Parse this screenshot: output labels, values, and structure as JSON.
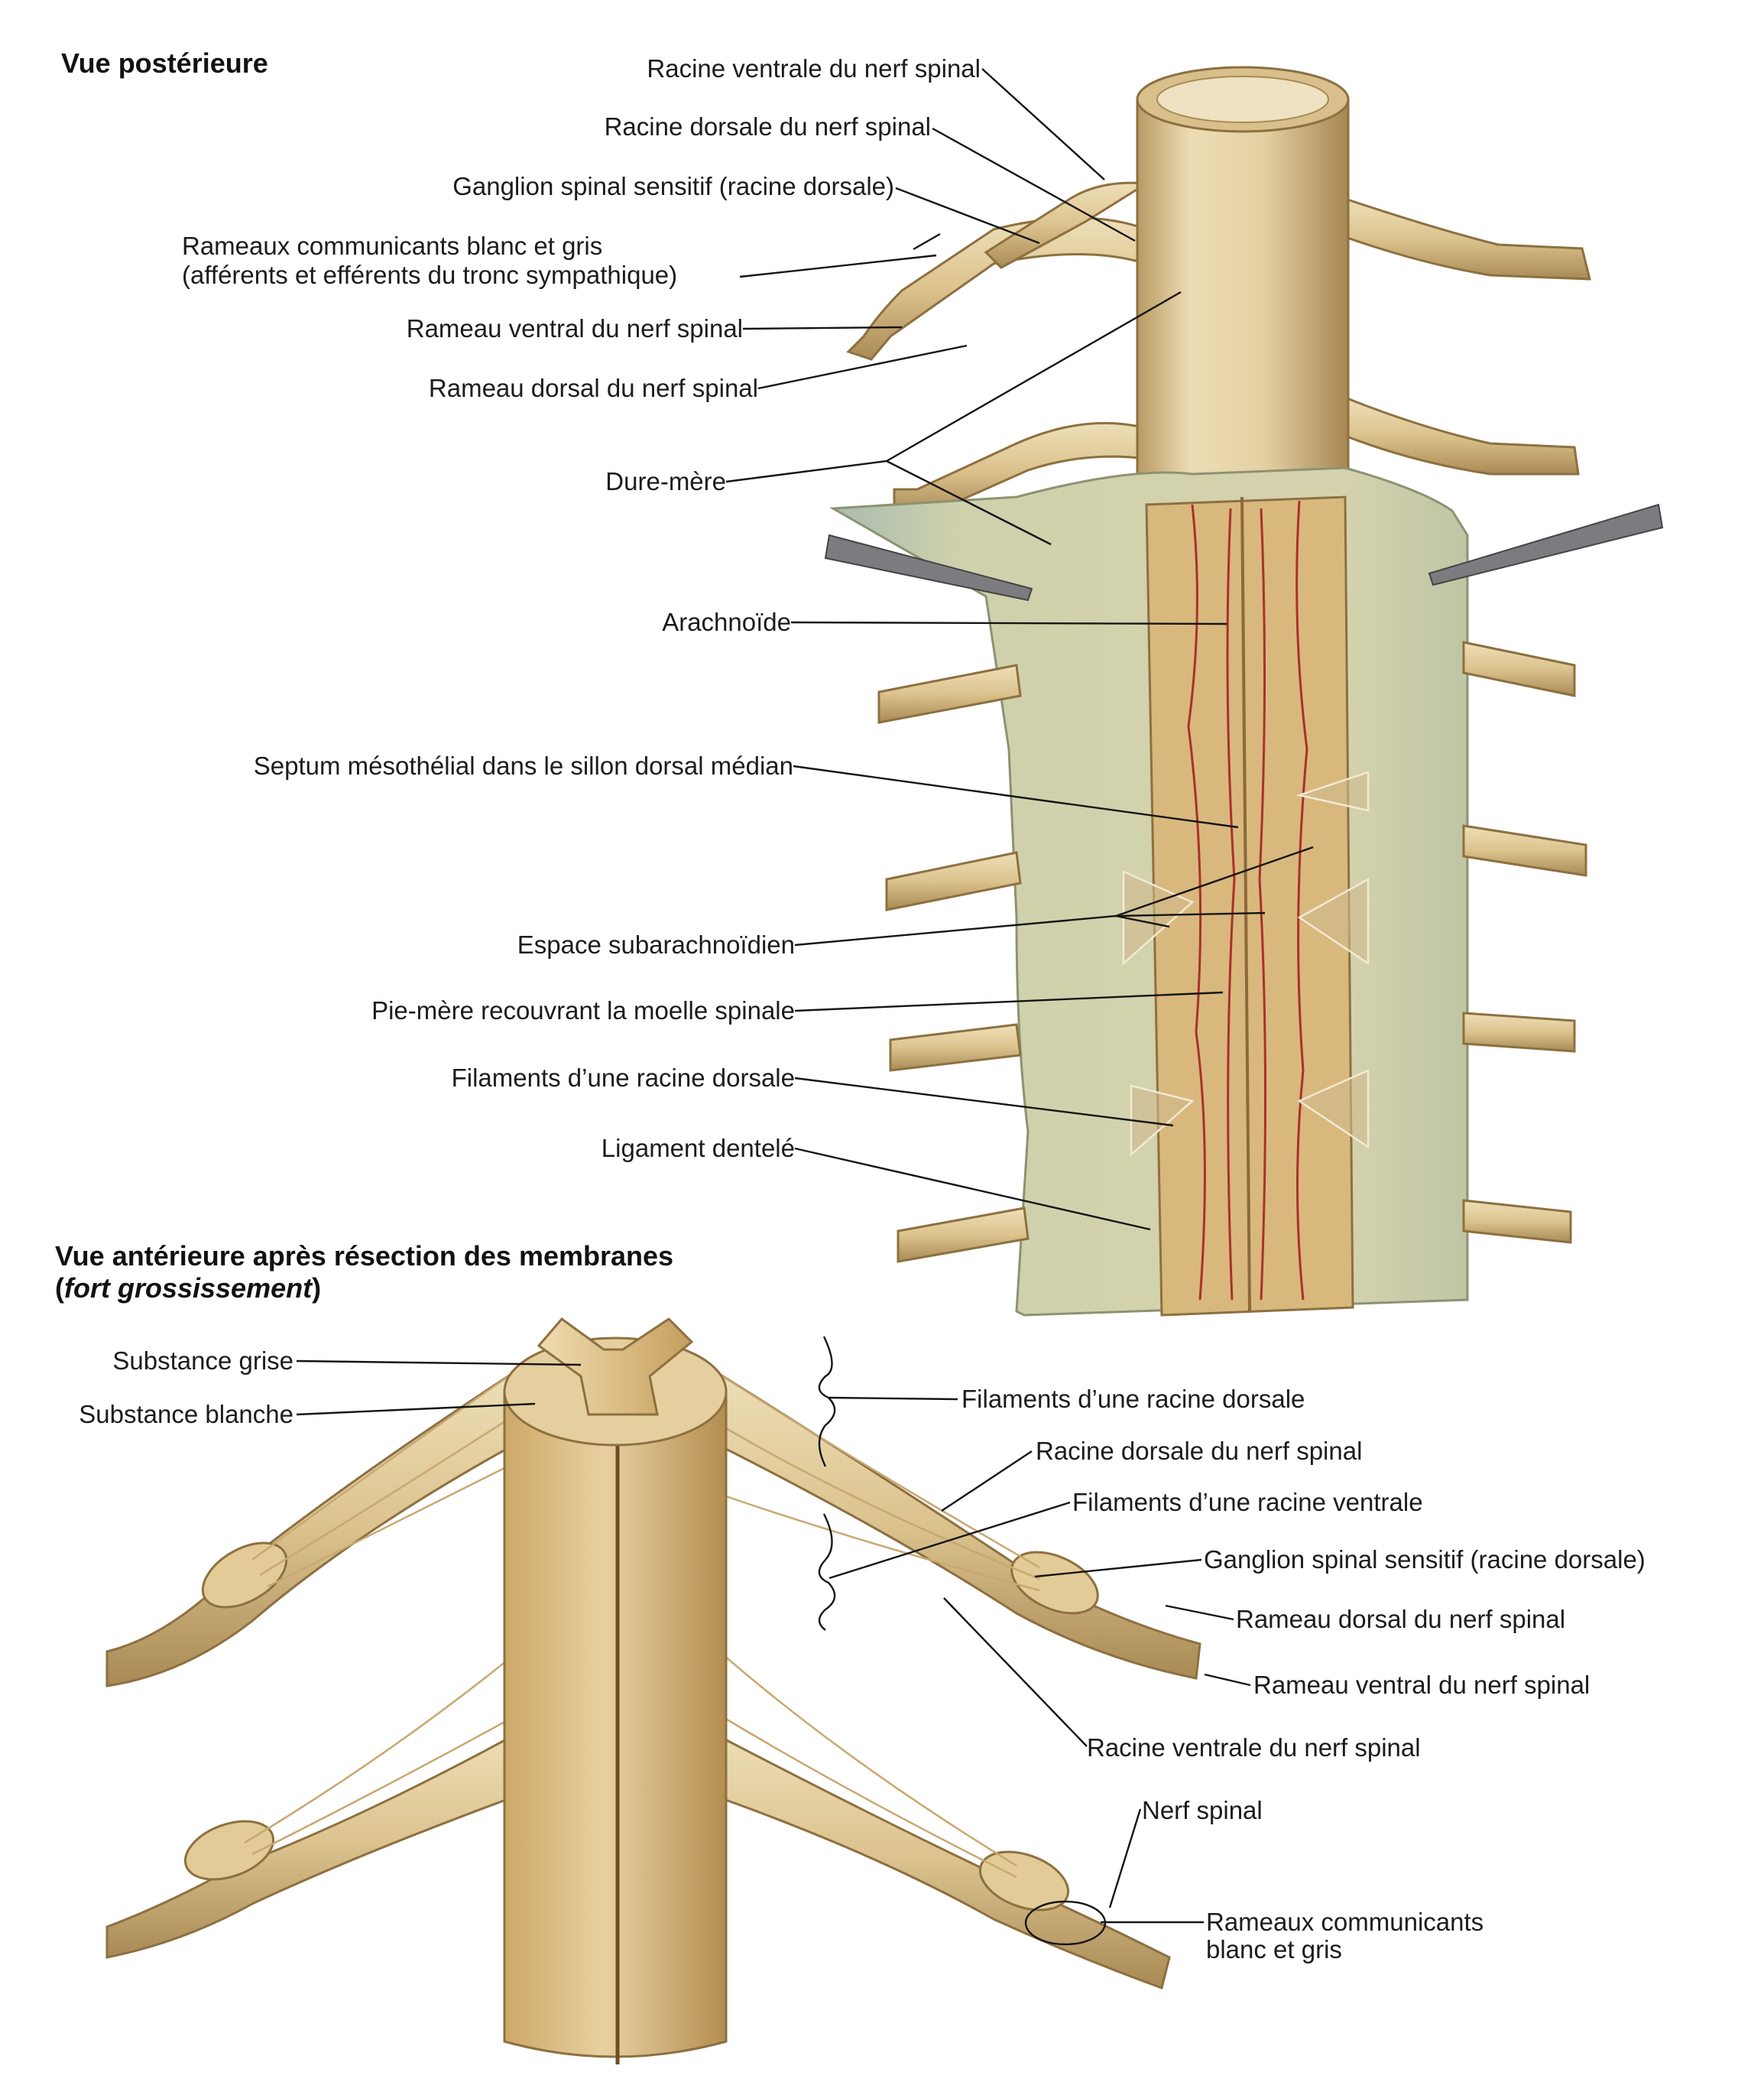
{
  "posterior": {
    "title": "Vue postérieure",
    "labels": {
      "ventral_root": "Racine ventrale du nerf spinal",
      "dorsal_root": "Racine dorsale du nerf spinal",
      "ganglion": "Ganglion spinal sensitif (racine dorsale)",
      "rami_line1": "Rameaux communicants blanc et gris",
      "rami_line2": "(afférents et efférents du tronc sympathique)",
      "ventral_ramus": "Rameau ventral du nerf spinal",
      "dorsal_ramus": "Rameau dorsal du nerf spinal",
      "dura": "Dure-mère",
      "arachnoid": "Arachnoïde",
      "septum": "Septum mésothélial dans le sillon dorsal médian",
      "subarachnoid": "Espace subarachnoïdien",
      "pia": "Pie-mère recouvrant la moelle spinale",
      "dorsal_filaments": "Filaments d’une racine dorsale",
      "denticulate": "Ligament dentelé"
    }
  },
  "anterior": {
    "title_bold": "Vue antérieure après résection des membranes",
    "title_open": "(",
    "title_italic": "fort grossissement",
    "title_close": ")",
    "labels": {
      "grey": "Substance grise",
      "white": "Substance blanche",
      "dorsal_filaments": "Filaments d’une racine dorsale",
      "dorsal_root": "Racine dorsale du nerf spinal",
      "ventral_filaments": "Filaments d’une racine ventrale",
      "ganglion": "Ganglion spinal sensitif (racine dorsale)",
      "dorsal_ramus": "Rameau dorsal du nerf spinal",
      "ventral_ramus": "Rameau ventral du nerf spinal",
      "ventral_root": "Racine ventrale du nerf spinal",
      "spinal_nerve": "Nerf spinal",
      "rami_line1": "Rameaux communicants",
      "rami_line2": "blanc et gris"
    }
  },
  "colors": {
    "nerve": "#dcc38e",
    "nerve_dark": "#a98a55",
    "cord": "#e3cf9f",
    "cord_dark": "#b8955a",
    "membrane": "#c9cba8",
    "vessel": "#a8322a",
    "leader": "#151515"
  }
}
